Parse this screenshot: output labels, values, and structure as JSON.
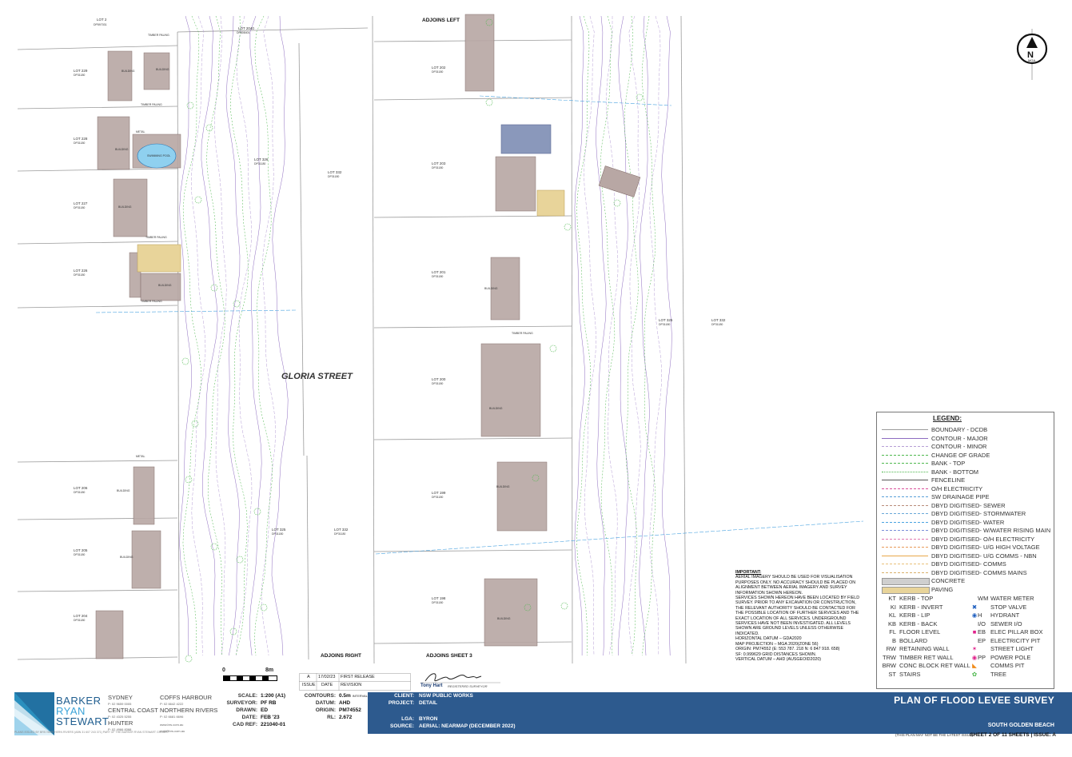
{
  "map": {
    "street_name": "GLORIA STREET",
    "adjoins_left": "ADJOINS LEFT",
    "adjoins_right": "ADJOINS RIGHT",
    "adjoins_sheet": "ADJOINS SHEET 3",
    "north_letter": "N",
    "north_sub": "MGA",
    "lots_left": [
      {
        "lot": "LOT 229",
        "dp": "DP31180"
      },
      {
        "lot": "LOT 228",
        "dp": "DP31180"
      },
      {
        "lot": "LOT 227",
        "dp": "DP31180"
      },
      {
        "lot": "LOT 226",
        "dp": "DP31180"
      },
      {
        "lot": "LOT 206",
        "dp": "DP31180"
      },
      {
        "lot": "LOT 205",
        "dp": "DP31180"
      },
      {
        "lot": "LOT 204",
        "dp": "DP31180"
      }
    ],
    "lots_right": [
      {
        "lot": "LOT 202",
        "dp": "DP31180"
      },
      {
        "lot": "LOT 203",
        "dp": "DP31180"
      },
      {
        "lot": "LOT 201",
        "dp": "DP31180"
      },
      {
        "lot": "LOT 200",
        "dp": "DP31180"
      },
      {
        "lot": "LOT 199",
        "dp": "DP31180"
      },
      {
        "lot": "LOT 198",
        "dp": "DP31180"
      }
    ],
    "lots_road": [
      {
        "lot": "LOT 326",
        "dp": "DP31180"
      },
      {
        "lot": "LOT 332",
        "dp": "DP31180"
      },
      {
        "lot": "LOT 325",
        "dp": "DP31180"
      },
      {
        "lot": "LOT 332",
        "dp": "DP31180"
      },
      {
        "lot": "LOT 325",
        "dp": "DP31180"
      },
      {
        "lot": "LOT 332",
        "dp": "DP31180"
      }
    ],
    "lot_top": {
      "lot": "LOT 2",
      "dp": "DP597031"
    },
    "lot_top2": {
      "lot": "LOT 2040",
      "dp": "DP808401"
    },
    "building_label": "BUILDING",
    "timber_paling": "TIMBER PALING",
    "metal": "METAL",
    "pool_label": "SWIMMING POOL",
    "colors": {
      "building": "#b8a7a4",
      "building_edge": "#7a6360",
      "paving": "#e8d49a",
      "pool": "#8fd0ef",
      "concrete": "#7e8db4",
      "contour_major": "#8e6cc0",
      "contour_minor": "#b79fd6",
      "bank": "#4fb84f",
      "water": "#4aa3e0",
      "fence": "#888888"
    }
  },
  "legend": {
    "title": "LEGEND:",
    "items": [
      {
        "label": "BOUNDARY - DCDB",
        "color": "#9a9a9a",
        "style": "solid"
      },
      {
        "label": "CONTOUR - MAJOR",
        "color": "#8e6cc0",
        "style": "solid"
      },
      {
        "label": "CONTOUR - MINOR",
        "color": "#b79fd6",
        "style": "dashed"
      },
      {
        "label": "CHANGE OF GRADE",
        "color": "#4fb84f",
        "style": "dashed"
      },
      {
        "label": "BANK - TOP",
        "color": "#4fb84f",
        "style": "dashed"
      },
      {
        "label": "BANK - BOTTOM",
        "color": "#4fb84f",
        "style": "dotted"
      },
      {
        "label": "FENCELINE",
        "color": "#555555",
        "style": "solid"
      },
      {
        "label": "O/H ELECTRICITY",
        "color": "#d94f9a",
        "style": "dashed"
      },
      {
        "label": "SW DRAINAGE PIPE",
        "color": "#5aa0d8",
        "style": "dashed"
      },
      {
        "label": "DBYD DIGITISED- SEWER",
        "color": "#b98b7a",
        "style": "dashed"
      },
      {
        "label": "DBYD DIGITISED- STORMWATER",
        "color": "#6aa8d8",
        "style": "dashed"
      },
      {
        "label": "DBYD DIGITISED- WATER",
        "color": "#4aa3e0",
        "style": "dashed"
      },
      {
        "label": "DBYD DIGITISED- W/WATER RISING MAIN",
        "color": "#7a8fd8",
        "style": "dashed"
      },
      {
        "label": "DBYD DIGITISED- O/H ELECTRICITY",
        "color": "#e07ab0",
        "style": "dashed"
      },
      {
        "label": "DBYD DIGITISED- U/G HIGH VOLTAGE",
        "color": "#e89a5a",
        "style": "dashed"
      },
      {
        "label": "DBYD DIGITISED- U/G COMMS - NBN",
        "color": "#e8a84a",
        "style": "solid"
      },
      {
        "label": "DBYD DIGITISED- COMMS",
        "color": "#e8c07a",
        "style": "dashed"
      },
      {
        "label": "DBYD DIGITISED- COMMS MAINS",
        "color": "#d8b06a",
        "style": "dashed"
      },
      {
        "label": "CONCRETE",
        "color": "#cfcfcf",
        "style": "fill"
      },
      {
        "label": "PAVING",
        "color": "#e8d49a",
        "style": "fill"
      }
    ],
    "abbr_left": [
      {
        "code": "KT",
        "label": "KERB - TOP"
      },
      {
        "code": "KI",
        "label": "KERB - INVERT"
      },
      {
        "code": "KL",
        "label": "KERB - LIP"
      },
      {
        "code": "KB",
        "label": "KERB - BACK"
      },
      {
        "code": "FL",
        "label": "FLOOR LEVEL"
      },
      {
        "code": "B",
        "label": "BOLLARD"
      },
      {
        "code": "RW",
        "label": "RETAINING WALL"
      },
      {
        "code": "TRW",
        "label": "TIMBER RET WALL"
      },
      {
        "code": "BRW",
        "label": "CONC BLOCK RET WALL"
      },
      {
        "code": "ST",
        "label": "STAIRS"
      }
    ],
    "abbr_right": [
      {
        "code": "WM",
        "label": "WATER METER"
      },
      {
        "code": "",
        "label": "STOP VALVE",
        "icon": "stop-valve",
        "color": "#1f5fbf"
      },
      {
        "code": "H",
        "label": "HYDRANT",
        "icon": "hydrant",
        "color": "#1f5fbf"
      },
      {
        "code": "I/O",
        "label": "SEWER I/O"
      },
      {
        "code": "EB",
        "label": "ELEC PILLAR BOX",
        "icon": "pillar-box",
        "color": "#e0218a"
      },
      {
        "code": "EP",
        "label": "ELECTRICITY PIT"
      },
      {
        "code": "",
        "label": "STREET LIGHT",
        "icon": "street-light",
        "color": "#e0218a"
      },
      {
        "code": "PP",
        "label": "POWER POLE",
        "icon": "power-pole",
        "color": "#e0218a"
      },
      {
        "code": "",
        "label": "COMMS PIT",
        "icon": "comms-pit",
        "color": "#f08a1a"
      },
      {
        "code": "",
        "label": "TREE",
        "icon": "tree",
        "color": "#4fb84f"
      }
    ]
  },
  "important": {
    "title": "IMPORTANT:",
    "lines": [
      "AERIAL IMAGERY SHOULD BE USED FOR VISUALISATION",
      "PURPOSES ONLY. NO ACCURACY SHOULD BE PLACED ON",
      "ALIGNMENT BETWEEN AERIAL IMAGERY AND SURVEY",
      "INFORMATION SHOWN HEREON.",
      "SERVICES SHOWN HEREON HAVE BEEN LOCATED BY FIELD",
      "SURVEY. PRIOR TO ANY EXCAVATION OR CONSTRUCTION,",
      "THE RELEVANT AUTHORITY SHOULD BE CONTACTED FOR",
      "THE POSSIBLE LOCATION OF FURTHER SERVICES AND THE",
      "EXACT LOCATION OF ALL SERVICES. UNDERGROUND",
      "SERVICES HAVE NOT BEEN INVESTIGATED. ALL LEVELS",
      "SHOWN ARE GROUND LEVELS UNLESS OTHERWISE",
      "INDICATED.",
      "HORIZONTAL DATUM – GDA2020",
      "MAP PROJECTION – MGA 2020(ZONE 56)",
      "ORIGIN: PM74552 (E: 553 787. 218  N: 6 847 918. 658)",
      "SF: 0.999629  GRID DISTANCES SHOWN.",
      "VERTICAL DATUM – AHD (AUSGEOID2020)"
    ]
  },
  "scale_bar": {
    "start": "0",
    "end": "8m"
  },
  "revision": {
    "issue": "A",
    "date": "17/02/23",
    "revision": "FIRST RELEASE",
    "headers": [
      "ISSUE",
      "DATE",
      "REVISION"
    ]
  },
  "surveyor_sign": {
    "name": "Tony Hart",
    "title": "REGISTERED SURVEYOR"
  },
  "company": {
    "name_1": "BARKER",
    "name_2": "RYAN",
    "name_3": "STEWART",
    "offices": [
      {
        "city": "SYDNEY",
        "phone": "P: 02 9659 0005"
      },
      {
        "city": "COFFS HARBOUR",
        "phone": "P: 02 6642 4222"
      },
      {
        "city": "CENTRAL COAST",
        "phone": "P: 02 4325 5255"
      },
      {
        "city": "NORTHERN RIVERS",
        "phone": "P: 02 6681 6696"
      },
      {
        "city": "HUNTER",
        "phone": "P: 02 4966 8388"
      }
    ],
    "web": "www.brs.com.au",
    "email": "mail@brs.com.au",
    "footer": "PLANS ISSUED BY BRS NORTHERN RIVERS (ABN 31 607 243 371) PART OF THE BARKER RYAN STEWART GROUP"
  },
  "fields": {
    "scale_k": "SCALE:",
    "scale_v": "1:200 (A1)",
    "surveyor_k": "SURVEYOR:",
    "surveyor_v": "PF RB",
    "drawn_k": "DRAWN:",
    "drawn_v": "ED",
    "date_k": "DATE:",
    "date_v": "FEB '23",
    "cad_k": "CAD REF:",
    "cad_v": "221040-01",
    "contours_k": "CONTOURS:",
    "contours_v": "0.5m",
    "contours_note": "INTERVAL",
    "datum_k": "DATUM:",
    "datum_v": "AHD",
    "origin_k": "ORIGIN:",
    "origin_v": "PM74552",
    "rl_k": "RL:",
    "rl_v": "2.672"
  },
  "blue": {
    "client_k": "CLIENT:",
    "client_v": "NSW PUBLIC WORKS",
    "project_k": "PROJECT:",
    "project_v": "DETAIL",
    "lga_k": "LGA:",
    "lga_v": "BYRON",
    "source_k": "SOURCE:",
    "source_v": "AERIAL: NEARMAP (DECEMBER 2022)",
    "title": "PLAN OF FLOOD LEVEE SURVEY",
    "subtitle": "SOUTH GOLDEN BEACH"
  },
  "sheet_info": "SHEET 2 OF 11 SHEETS | ISSUE: A",
  "footer_note": "(THIS PLAN MAY NOT BE THE LATEST ISSUE)"
}
